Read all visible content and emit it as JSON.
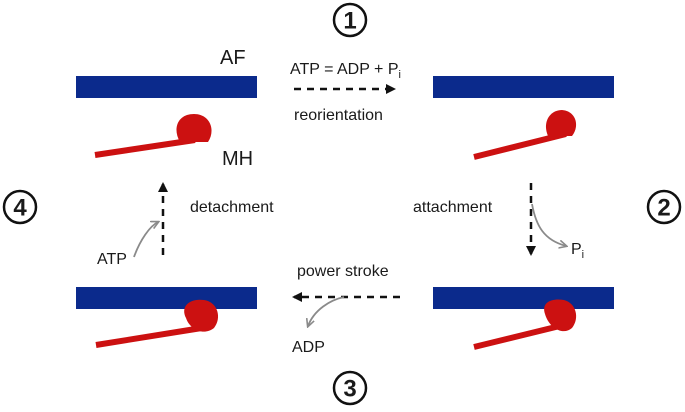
{
  "labels": {
    "af": "AF",
    "mh": "MH",
    "step1": {
      "reaction_main": "ATP = ADP + P",
      "reaction_sub": "i",
      "action": "reorientation"
    },
    "step2": {
      "action": "attachment",
      "product_main": "P",
      "product_sub": "i"
    },
    "step3": {
      "action": "power stroke",
      "product": "ADP"
    },
    "step4": {
      "action": "detachment",
      "reactant": "ATP"
    }
  },
  "step_numbers": [
    "1",
    "2",
    "3",
    "4"
  ],
  "colors": {
    "actin_filament": "#0b2a8c",
    "myosin_head": "#cc1111",
    "arrow": "#111111",
    "side_arrow": "#8a8a8a",
    "text": "#1a1a1a"
  }
}
